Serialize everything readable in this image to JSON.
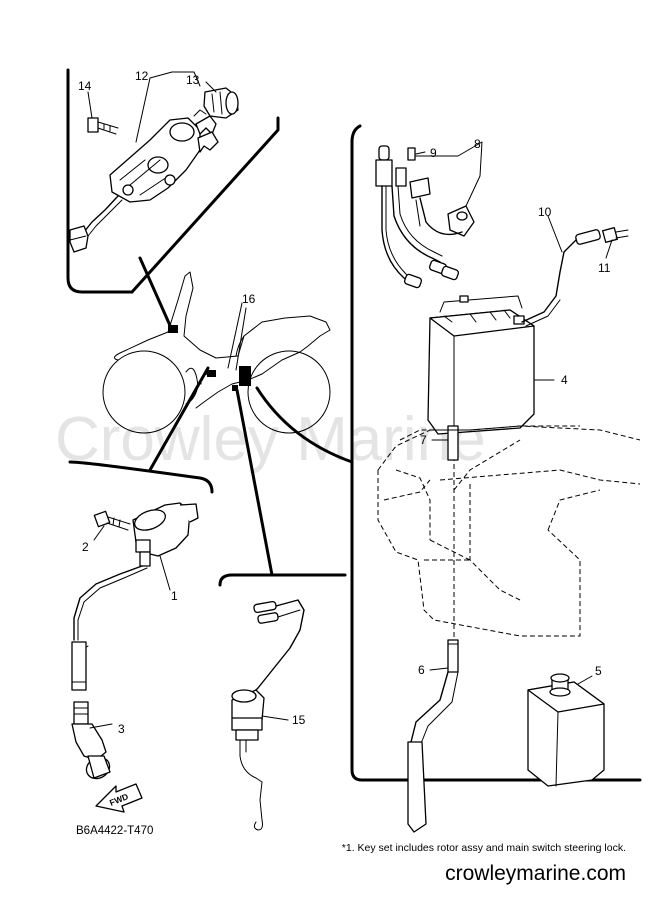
{
  "watermark": "Crowley Marine",
  "drawing_code": "B6A4422-T470",
  "footnote": "*1. Key set includes rotor assy and main switch steering lock.",
  "site_url": "crowleymarine.com",
  "fwd_label": "FWD",
  "callouts": [
    "1",
    "2",
    "3",
    "4",
    "5",
    "6",
    "7",
    "8",
    "9",
    "10",
    "11",
    "12",
    "13",
    "14",
    "15",
    "16"
  ]
}
